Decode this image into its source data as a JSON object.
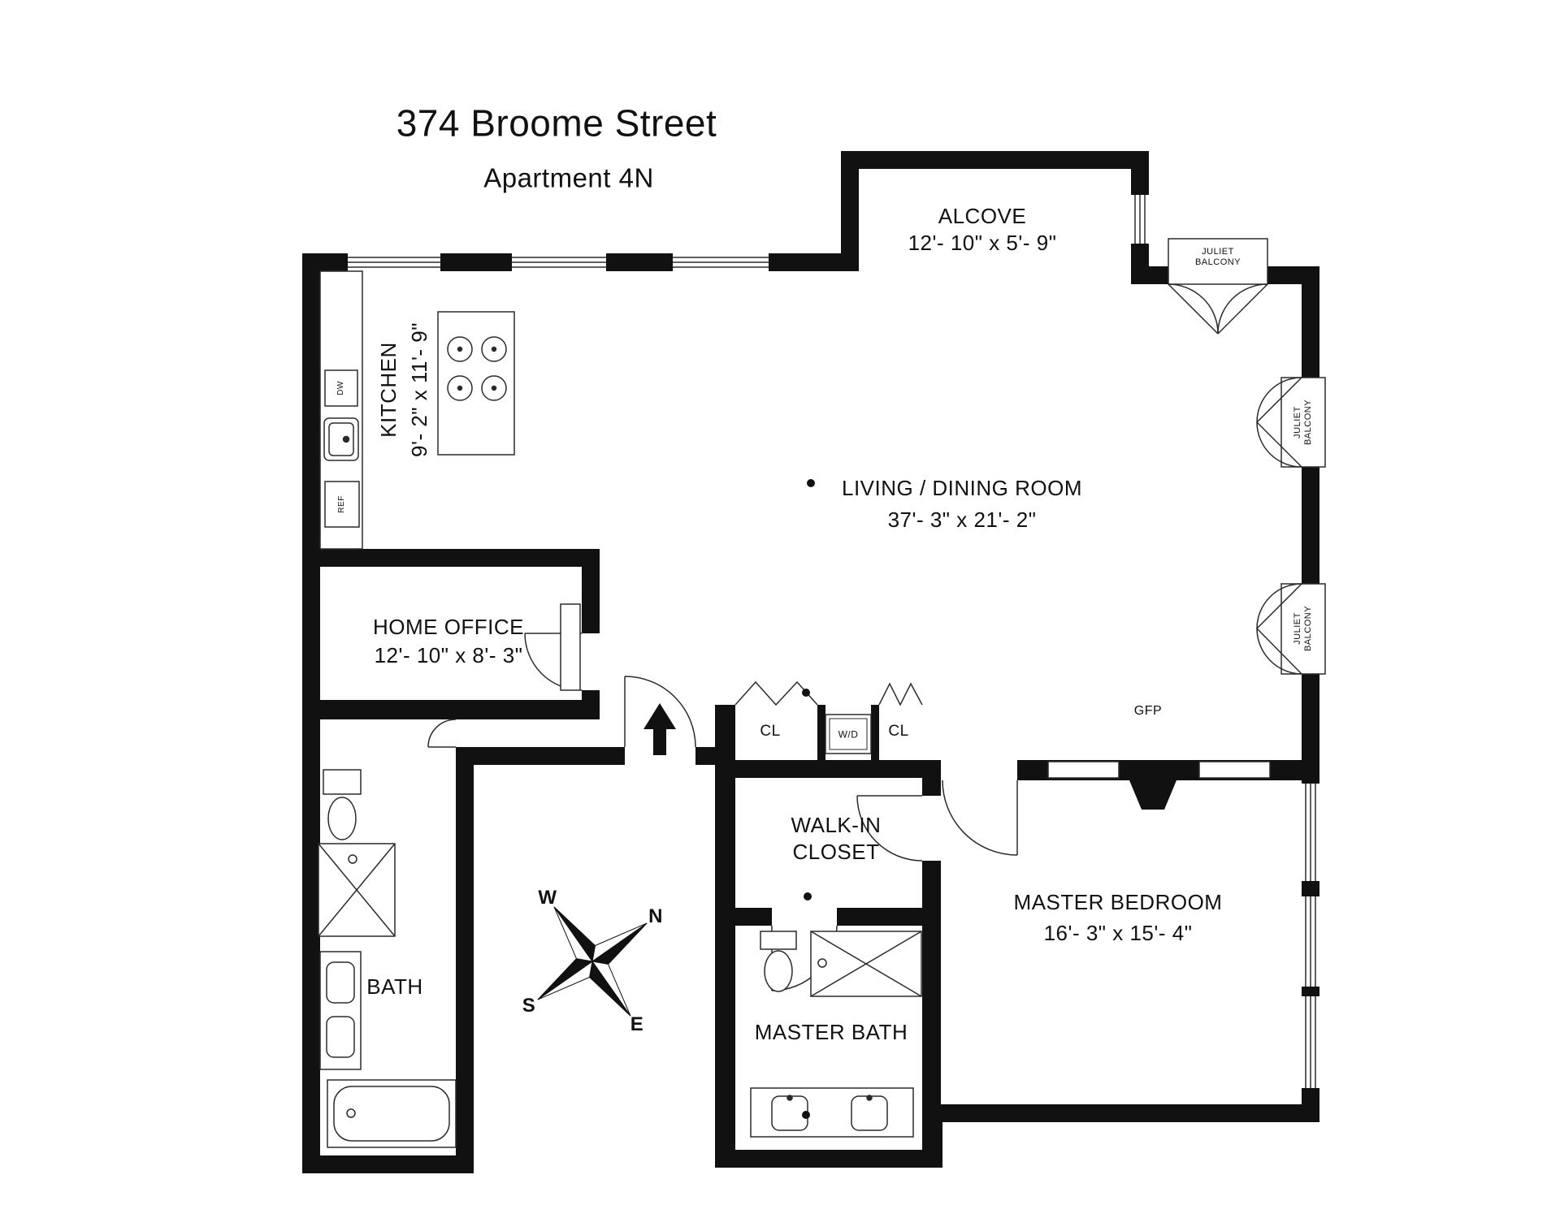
{
  "header": {
    "title": "374 Broome Street",
    "subtitle": "Apartment 4N"
  },
  "rooms": {
    "alcove": {
      "name": "ALCOVE",
      "dims": "12'- 10\" x 5'- 9\""
    },
    "kitchen": {
      "name": "KITCHEN",
      "dims": "9'- 2\" x 11'- 9\""
    },
    "living_dining": {
      "name": "LIVING / DINING ROOM",
      "dims": "37'- 3\" x 21'- 2\""
    },
    "home_office": {
      "name": "HOME OFFICE",
      "dims": "12'- 10\" x 8'- 3\""
    },
    "bath": {
      "name": "BATH"
    },
    "walk_in_closet": {
      "line1": "WALK-IN",
      "line2": "CLOSET"
    },
    "master_bath": {
      "name": "MASTER BATH"
    },
    "master_bedroom": {
      "name": "MASTER BEDROOM",
      "dims": "16'- 3\" x 15'- 4\""
    }
  },
  "features": {
    "juliet_balcony": {
      "line1": "JULIET",
      "line2": "BALCONY"
    },
    "gfp": "GFP",
    "washer_dryer": "W/D",
    "closet": "CL",
    "dishwasher": "DW",
    "refrigerator": "REF"
  },
  "compass": {
    "north": "N",
    "south": "S",
    "east": "E",
    "west": "W"
  },
  "colors": {
    "wall": "#111111",
    "line": "#2b2b2b",
    "text": "#111111"
  }
}
